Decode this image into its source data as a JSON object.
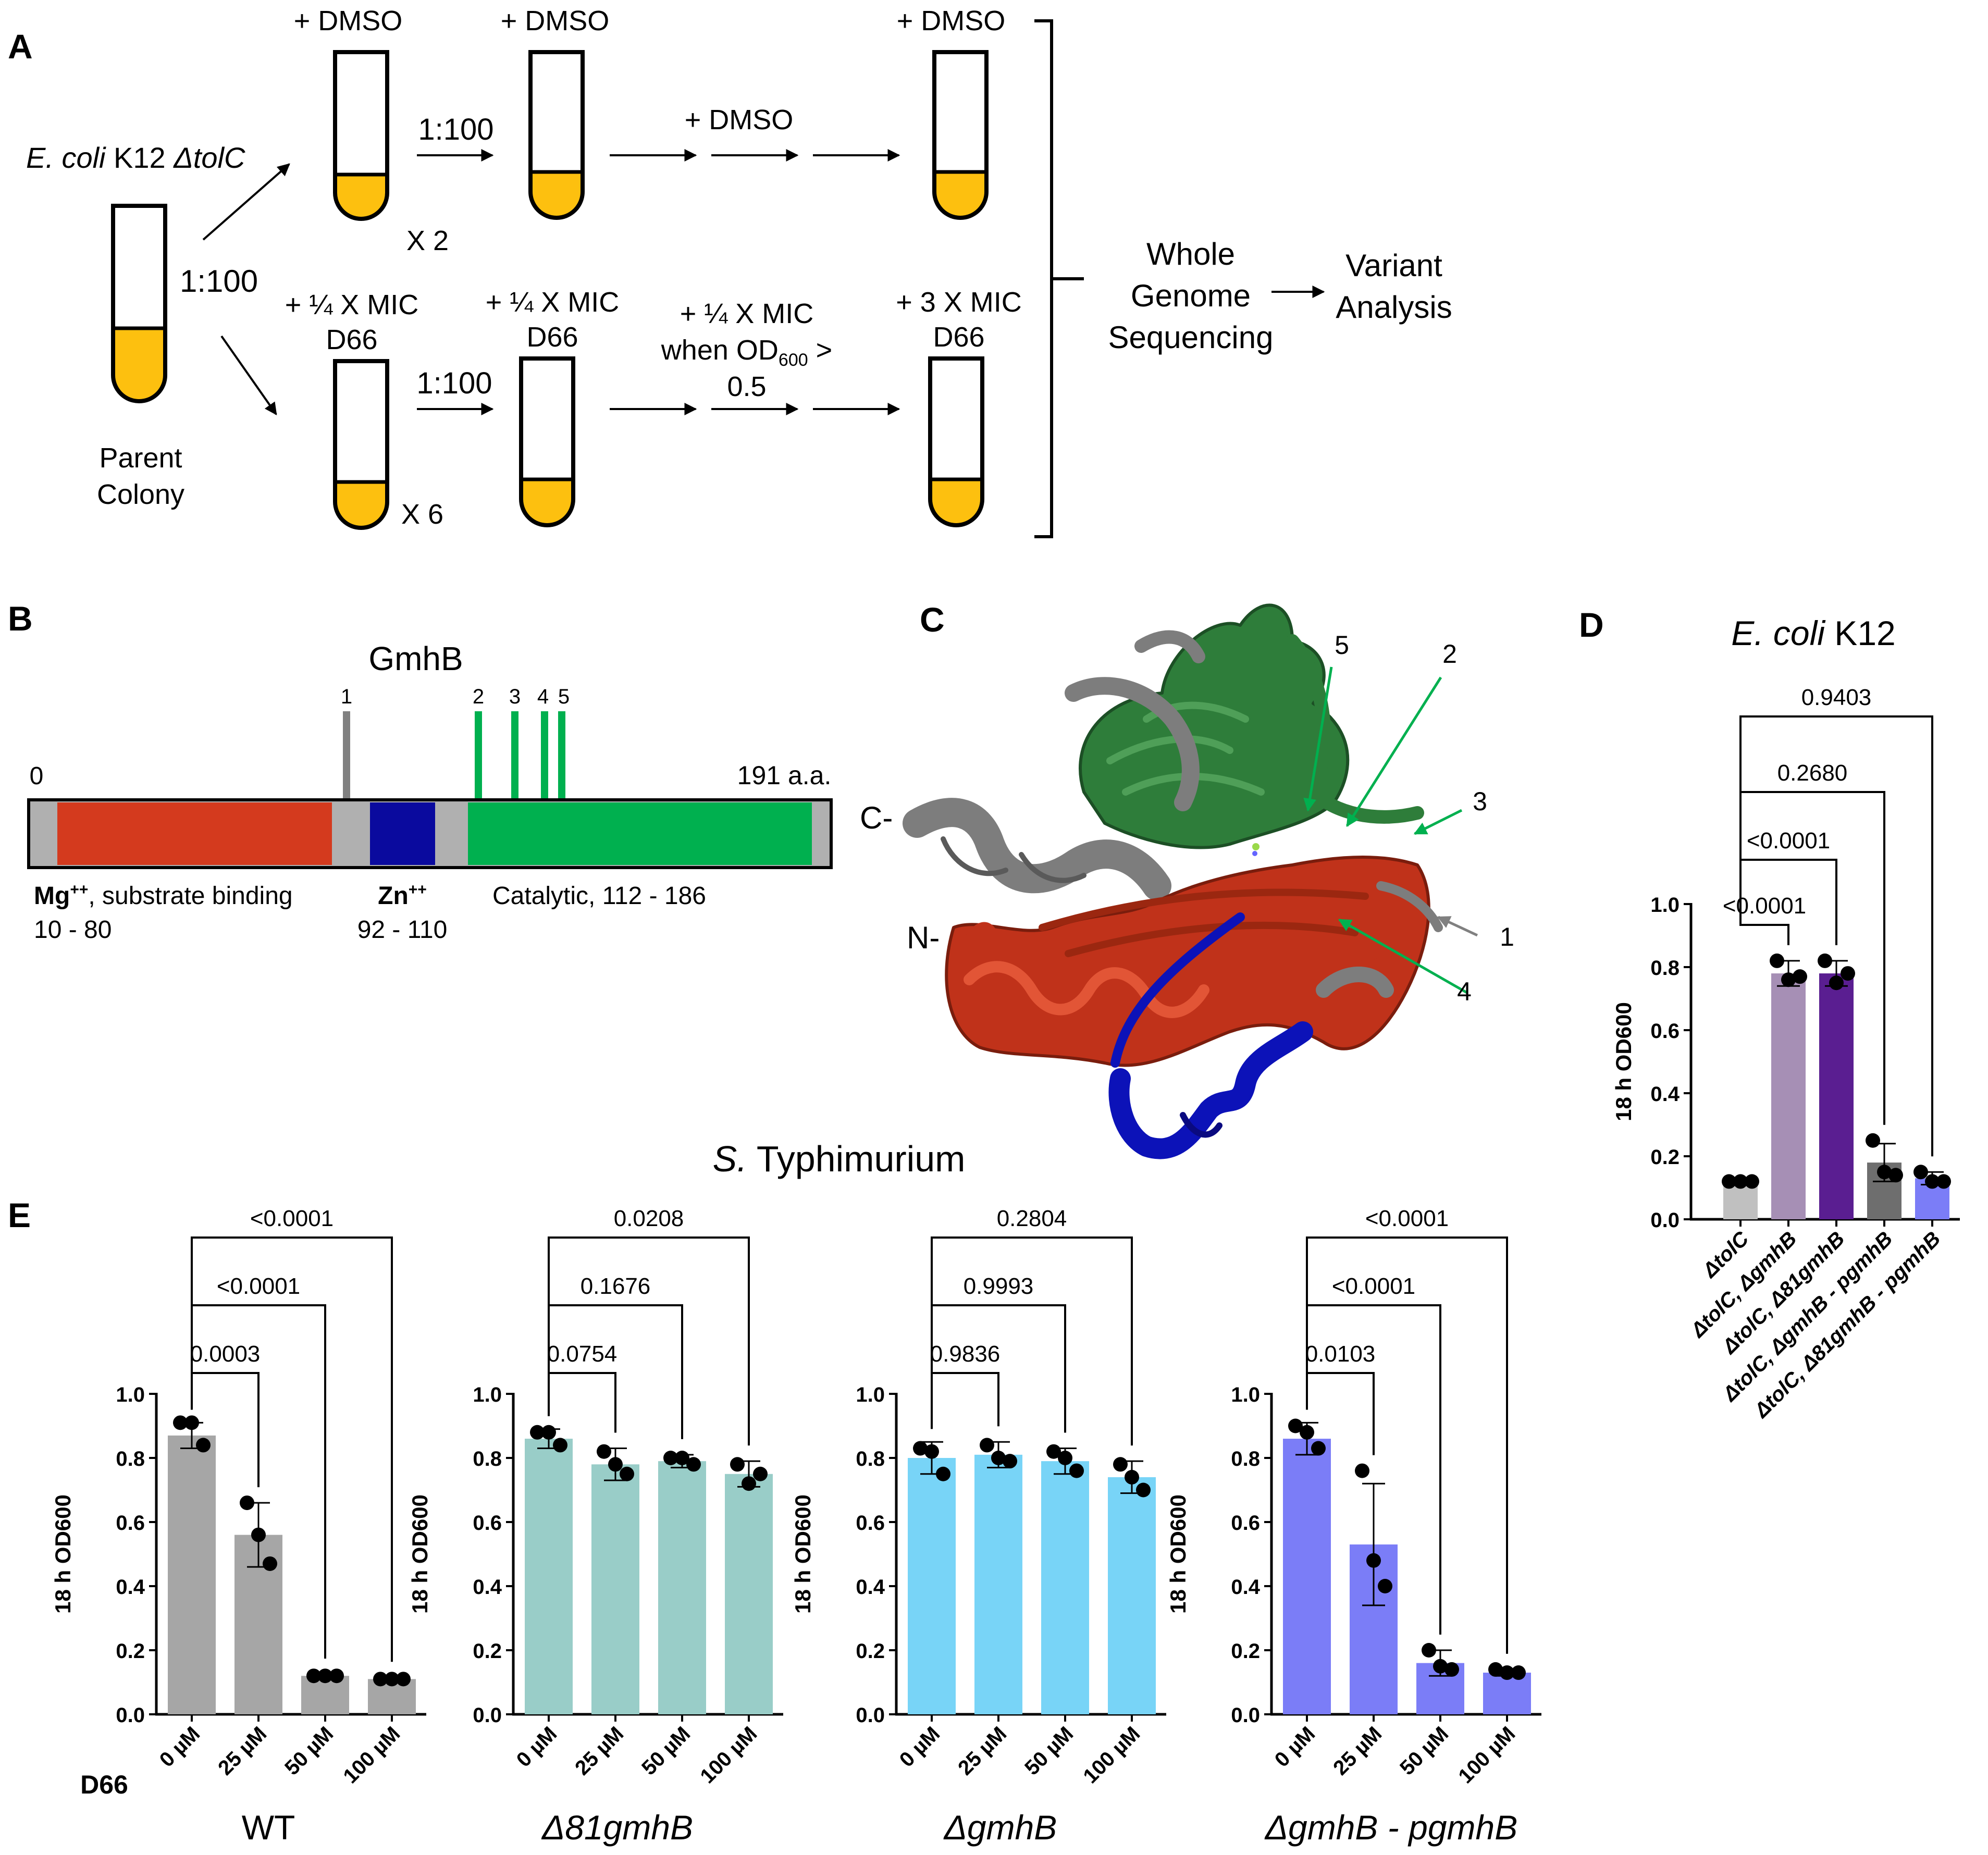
{
  "panels": {
    "a": {
      "letter": "A",
      "strain": {
        "italic": "E. coli",
        "plain": " K12 ",
        "italic2": "ΔtolC"
      },
      "parent_dilution": "1:100",
      "parent_label_1": "Parent",
      "parent_label_2": "Colony",
      "top_row": {
        "tube1_label": "+ DMSO",
        "tube2_label": "+ DMSO",
        "tube3_label": "+ DMSO",
        "dilution": "1:100",
        "between": "+ DMSO",
        "replicates": "X 2"
      },
      "bottom_row": {
        "tube1_label_1": "+ ¼ X MIC",
        "tube1_label_2": "D66",
        "tube2_label_1": "+ ¼ X MIC",
        "tube2_label_2": "D66",
        "between_1": "+ ¼ X MIC",
        "between_2": "when OD",
        "between_2_sub": "600",
        "between_2_end": " >",
        "between_3": "0.5",
        "tube3_label_1": "+ 3 X MIC",
        "tube3_label_2": "D66",
        "dilution": "1:100",
        "replicates": "X 6"
      },
      "wgs_1": "Whole",
      "wgs_2": "Genome",
      "wgs_3": "Sequencing",
      "va_1": "Variant",
      "va_2": "Analysis"
    },
    "b": {
      "letter": "B",
      "title": "GmhB",
      "start": "0",
      "end": "191 a.a.",
      "ticks": [
        "1",
        "2",
        "3",
        "4",
        "5"
      ],
      "domain1_bold": "Mg",
      "domain1_sup": "++",
      "domain1_rest": ", substrate binding",
      "domain1_range": "10 - 80",
      "domain2_bold": "Zn",
      "domain2_sup": "++",
      "domain2_range": "92 - 110",
      "domain3": "Catalytic, 112 - 186",
      "colors": {
        "mg": "#d43a1e",
        "zn": "#0a0a9e",
        "cat": "#00b04f",
        "linker": "#b0b0b0",
        "tick_grey": "#808080",
        "tick_green": "#00b04f"
      }
    },
    "c": {
      "letter": "C",
      "c_term": "C-",
      "n_term": "N-",
      "sites": [
        "1",
        "2",
        "3",
        "4",
        "5"
      ],
      "colors": {
        "red": "#c0321a",
        "green": "#2e7d3a",
        "grey": "#7d7d7d",
        "blue": "#0c12b8",
        "arrow_green": "#00b04f",
        "arrow_grey": "#808080"
      }
    },
    "d": {
      "letter": "D",
      "title_italic": "E. coli",
      "title_plain": " K12",
      "pvalues": [
        "<0.0001",
        "<0.0001",
        "0.2680",
        "0.9403"
      ]
    },
    "e": {
      "letter": "E",
      "super_title_italic": "S.",
      "super_title_plain": " Typhimurium",
      "d66_label": "D66",
      "panel_titles": [
        "WT",
        "Δ81gmhB",
        "ΔgmhB",
        "ΔgmhB - pgmhB"
      ],
      "pvalues": [
        [
          "0.0003",
          "<0.0001",
          "<0.0001"
        ],
        [
          "0.0754",
          "0.1676",
          "0.0208"
        ],
        [
          "0.9836",
          "0.9993",
          "0.2804"
        ],
        [
          "0.0103",
          "<0.0001",
          "<0.0001"
        ]
      ]
    }
  },
  "chart_data": [
    {
      "panel": "D",
      "type": "bar",
      "title": "E. coli K12",
      "ylabel": "18 h OD600",
      "ylim": [
        0,
        1.0
      ],
      "yticks": [
        "0.0",
        "0.2",
        "0.4",
        "0.6",
        "0.8",
        "1.0"
      ],
      "categories": [
        "ΔtolC",
        "ΔtolC, ΔgmhB",
        "ΔtolC, Δ81gmhB",
        "ΔtolC, ΔgmhB - pgmhB",
        "ΔtolC, Δ81gmhB - pgmhB"
      ],
      "values": [
        0.12,
        0.78,
        0.78,
        0.18,
        0.13
      ],
      "errors": [
        0.005,
        0.04,
        0.04,
        0.06,
        0.02
      ],
      "points": [
        [
          0.12,
          0.12,
          0.12
        ],
        [
          0.82,
          0.76,
          0.77
        ],
        [
          0.82,
          0.75,
          0.78
        ],
        [
          0.25,
          0.15,
          0.14
        ],
        [
          0.15,
          0.12,
          0.12
        ]
      ],
      "colors": [
        "#c0c0c0",
        "#a68fb5",
        "#5a1e91",
        "#6e6e6e",
        "#7b7df7"
      ],
      "comparisons": [
        {
          "from": 0,
          "to": 1,
          "p": "<0.0001"
        },
        {
          "from": 0,
          "to": 2,
          "p": "<0.0001"
        },
        {
          "from": 0,
          "to": 3,
          "p": "0.2680"
        },
        {
          "from": 0,
          "to": 4,
          "p": "0.9403"
        }
      ]
    },
    {
      "panel": "E-WT",
      "type": "bar",
      "title": "WT",
      "ylabel": "18 h OD600",
      "ylim": [
        0,
        1.0
      ],
      "yticks": [
        "0.0",
        "0.2",
        "0.4",
        "0.6",
        "0.8",
        "1.0"
      ],
      "categories": [
        "0 µM",
        "25 µM",
        "50 µM",
        "100 µM"
      ],
      "values": [
        0.87,
        0.56,
        0.12,
        0.11
      ],
      "errors": [
        0.04,
        0.1,
        0.005,
        0.005
      ],
      "points": [
        [
          0.91,
          0.91,
          0.84
        ],
        [
          0.66,
          0.56,
          0.47
        ],
        [
          0.12,
          0.12,
          0.12
        ],
        [
          0.11,
          0.11,
          0.11
        ]
      ],
      "colors": [
        "#a6a6a6",
        "#a6a6a6",
        "#a6a6a6",
        "#a6a6a6"
      ],
      "comparisons": [
        {
          "from": 0,
          "to": 1,
          "p": "0.0003"
        },
        {
          "from": 0,
          "to": 2,
          "p": "<0.0001"
        },
        {
          "from": 0,
          "to": 3,
          "p": "<0.0001"
        }
      ]
    },
    {
      "panel": "E-D81",
      "type": "bar",
      "title": "Δ81gmhB",
      "ylabel": "18 h OD600",
      "ylim": [
        0,
        1.0
      ],
      "yticks": [
        "0.0",
        "0.2",
        "0.4",
        "0.6",
        "0.8",
        "1.0"
      ],
      "categories": [
        "0 µM",
        "25 µM",
        "50 µM",
        "100 µM"
      ],
      "values": [
        0.86,
        0.78,
        0.79,
        0.75
      ],
      "errors": [
        0.03,
        0.05,
        0.02,
        0.04
      ],
      "points": [
        [
          0.88,
          0.88,
          0.84
        ],
        [
          0.82,
          0.78,
          0.75
        ],
        [
          0.8,
          0.8,
          0.78
        ],
        [
          0.78,
          0.72,
          0.75
        ]
      ],
      "colors": [
        "#99cdc8",
        "#99cdc8",
        "#99cdc8",
        "#99cdc8"
      ],
      "comparisons": [
        {
          "from": 0,
          "to": 1,
          "p": "0.0754"
        },
        {
          "from": 0,
          "to": 2,
          "p": "0.1676"
        },
        {
          "from": 0,
          "to": 3,
          "p": "0.0208"
        }
      ]
    },
    {
      "panel": "E-DgmhB",
      "type": "bar",
      "title": "ΔgmhB",
      "ylabel": "18 h OD600",
      "ylim": [
        0,
        1.0
      ],
      "yticks": [
        "0.0",
        "0.2",
        "0.4",
        "0.6",
        "0.8",
        "1.0"
      ],
      "categories": [
        "0 µM",
        "25 µM",
        "50 µM",
        "100 µM"
      ],
      "values": [
        0.8,
        0.81,
        0.79,
        0.74
      ],
      "errors": [
        0.05,
        0.04,
        0.04,
        0.05
      ],
      "points": [
        [
          0.83,
          0.82,
          0.75
        ],
        [
          0.84,
          0.8,
          0.79
        ],
        [
          0.82,
          0.8,
          0.76
        ],
        [
          0.78,
          0.74,
          0.7
        ]
      ],
      "colors": [
        "#78d4f7",
        "#78d4f7",
        "#78d4f7",
        "#78d4f7"
      ],
      "comparisons": [
        {
          "from": 0,
          "to": 1,
          "p": "0.9836"
        },
        {
          "from": 0,
          "to": 2,
          "p": "0.9993"
        },
        {
          "from": 0,
          "to": 3,
          "p": "0.2804"
        }
      ]
    },
    {
      "panel": "E-DgmhB-pgmhB",
      "type": "bar",
      "title": "ΔgmhB - pgmhB",
      "ylabel": "18 h OD600",
      "ylim": [
        0,
        1.0
      ],
      "yticks": [
        "0.0",
        "0.2",
        "0.4",
        "0.6",
        "0.8",
        "1.0"
      ],
      "categories": [
        "0 µM",
        "25 µM",
        "50 µM",
        "100 µM"
      ],
      "values": [
        0.86,
        0.53,
        0.16,
        0.13
      ],
      "errors": [
        0.05,
        0.19,
        0.04,
        0.01
      ],
      "points": [
        [
          0.9,
          0.88,
          0.83
        ],
        [
          0.76,
          0.48,
          0.4
        ],
        [
          0.2,
          0.15,
          0.14
        ],
        [
          0.14,
          0.13,
          0.13
        ]
      ],
      "colors": [
        "#7b7df7",
        "#7b7df7",
        "#7b7df7",
        "#7b7df7"
      ],
      "comparisons": [
        {
          "from": 0,
          "to": 1,
          "p": "0.0103"
        },
        {
          "from": 0,
          "to": 2,
          "p": "<0.0001"
        },
        {
          "from": 0,
          "to": 3,
          "p": "<0.0001"
        }
      ]
    }
  ]
}
